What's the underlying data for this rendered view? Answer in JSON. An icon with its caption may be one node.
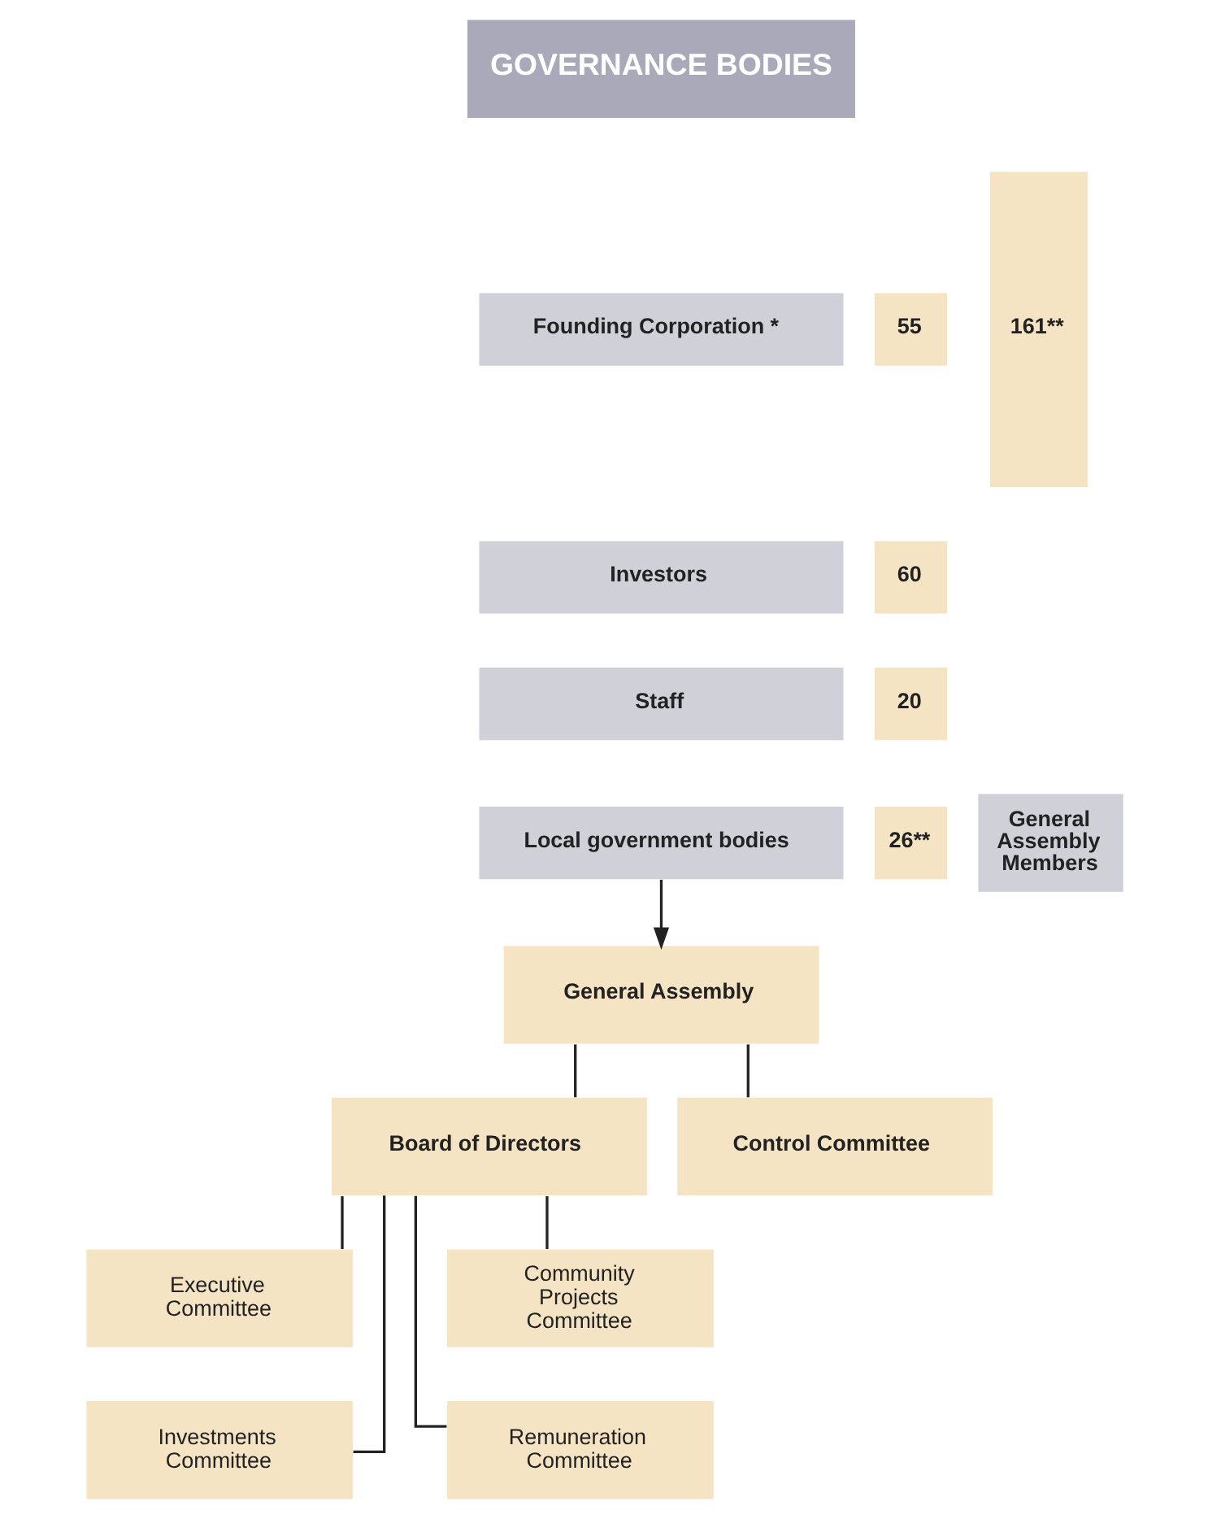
{
  "diagram": {
    "nodes": [
      {
        "text": [
          "GOVERNANCE BODIES"
        ]
      },
      {
        "text": [
          "Founding Corporation *"
        ]
      },
      {
        "text": [
          "55"
        ]
      },
      {
        "text": [
          "Investors"
        ]
      },
      {
        "text": [
          "60"
        ]
      },
      {
        "text": [
          "Staff"
        ]
      },
      {
        "text": [
          "20"
        ]
      },
      {
        "text": [
          "Local government bodies"
        ]
      },
      {
        "text": [
          "26**"
        ]
      },
      {
        "text": [
          "161**"
        ]
      },
      {
        "text": [
          "General Assembly Members"
        ]
      },
      {
        "text": [
          "General Assembly"
        ]
      },
      {
        "text": [
          "Board of Directors"
        ]
      },
      {
        "text": [
          "Control Committee"
        ]
      },
      {
        "text": [
          "Executive Committee"
        ]
      },
      {
        "text": [
          "Community Projects Committee"
        ]
      },
      {
        "text": [
          "Investments Committee"
        ]
      },
      {
        "text": [
          "Remuneration Committee"
        ]
      }
    ],
    "edges": [
      {
        "from": 7,
        "to": 11,
        "arrow": "to"
      },
      {
        "from": 11,
        "to": 12,
        "arrow": "none"
      },
      {
        "from": 11,
        "to": 13,
        "arrow": "none"
      },
      {
        "from": 12,
        "to": 14,
        "arrow": "none"
      },
      {
        "from": 12,
        "to": 15,
        "arrow": "none"
      },
      {
        "from": 12,
        "to": 16,
        "arrow": "none"
      },
      {
        "from": 12,
        "to": 17,
        "arrow": "none"
      }
    ]
  }
}
